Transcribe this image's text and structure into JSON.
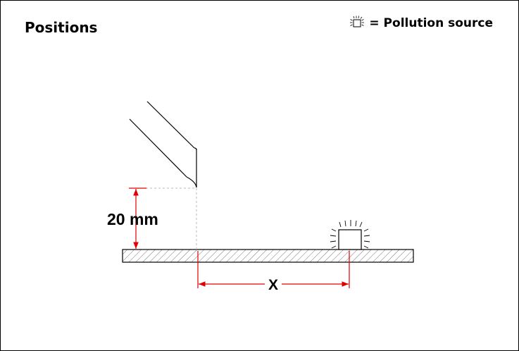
{
  "diagram": {
    "title": "Positions",
    "legend": {
      "text": "= Pollution source",
      "icon": "pollution-source-icon"
    },
    "height_label": "20 mm",
    "distance_label": "X",
    "colors": {
      "dimension": "#e00000",
      "line": "#000000",
      "dashed": "#aaaaaa"
    }
  }
}
